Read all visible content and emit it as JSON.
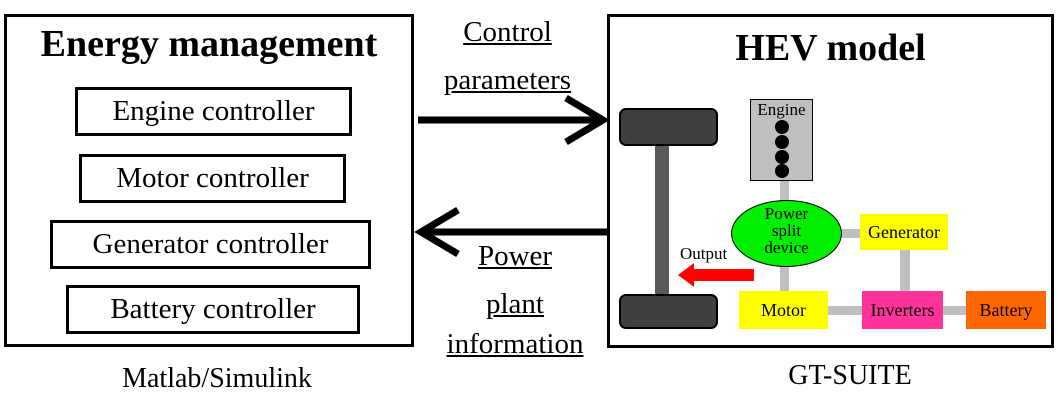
{
  "left_panel": {
    "title": "Energy management",
    "controllers": [
      "Engine controller",
      "Motor controller",
      "Generator controller",
      "Battery controller"
    ],
    "footer": "Matlab/Simulink"
  },
  "middle": {
    "top_label_line1": "Control",
    "top_label_line2": "parameters",
    "bottom_label_line1": "Power",
    "bottom_label_line2": "plant",
    "bottom_label_line3": "information"
  },
  "right_panel": {
    "title": "HEV model",
    "footer": "GT-SUITE",
    "components": {
      "engine": "Engine",
      "power_split_line1": "Power",
      "power_split_line2": "split",
      "power_split_line3": "device",
      "generator": "Generator",
      "motor": "Motor",
      "inverters": "Inverters",
      "battery": "Battery",
      "output": "Output"
    }
  },
  "colors": {
    "engine": "#bfbfbf",
    "power_split": "#00ee00",
    "generator": "#ffff00",
    "motor": "#ffff00",
    "inverters": "#ff3399",
    "battery": "#ff6600",
    "output_arrow": "#ff0000"
  }
}
